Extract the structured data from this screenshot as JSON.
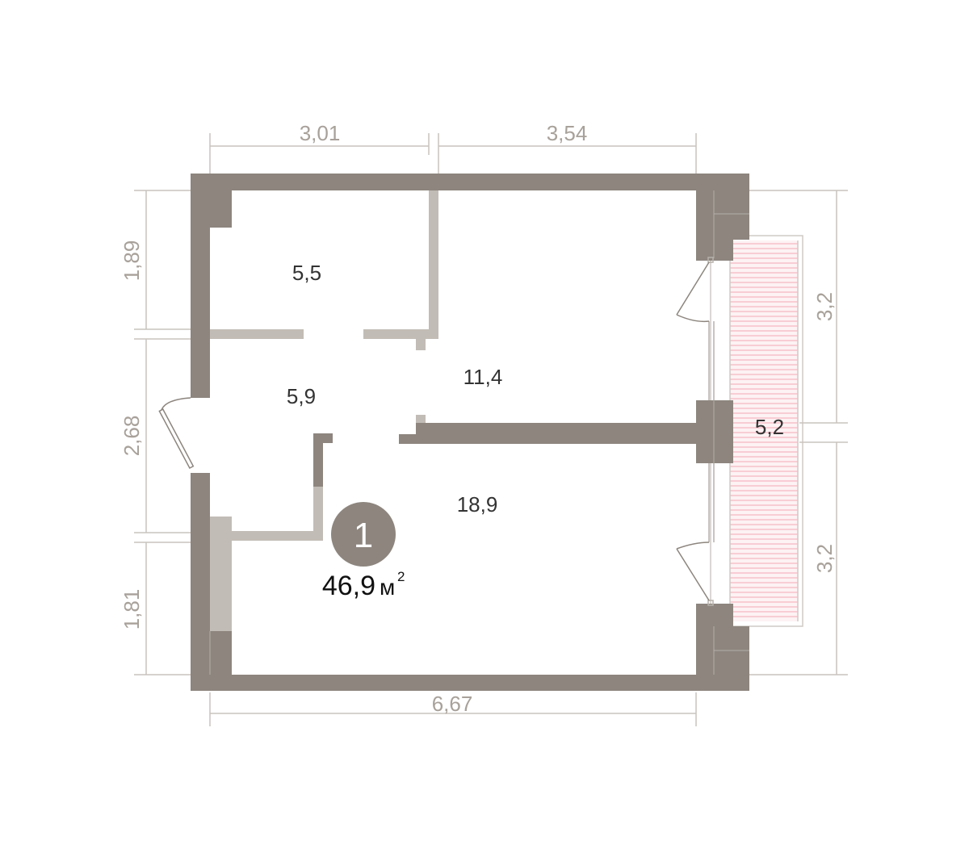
{
  "plan": {
    "unit_number": "1",
    "total_area": "46,9",
    "area_unit": "м",
    "area_unit_power": "2"
  },
  "dimensions": {
    "top_left": "3,01",
    "top_right": "3,54",
    "bottom": "6,67",
    "left_top": "1,89",
    "left_middle": "2,68",
    "left_bottom": "1,81",
    "right_top": "3,2",
    "right_bottom": "3,2"
  },
  "rooms": {
    "bathroom": "5,5",
    "hallway": "5,9",
    "kitchen": "11,4",
    "living": "18,9",
    "balcony": "5,2"
  },
  "colors": {
    "wall_primary": "#8d857e",
    "wall_partition": "#c2bcb6",
    "dimension": "#a8a19a",
    "balcony_hatch": "#f2a8b4",
    "badge": "#8d857e"
  }
}
